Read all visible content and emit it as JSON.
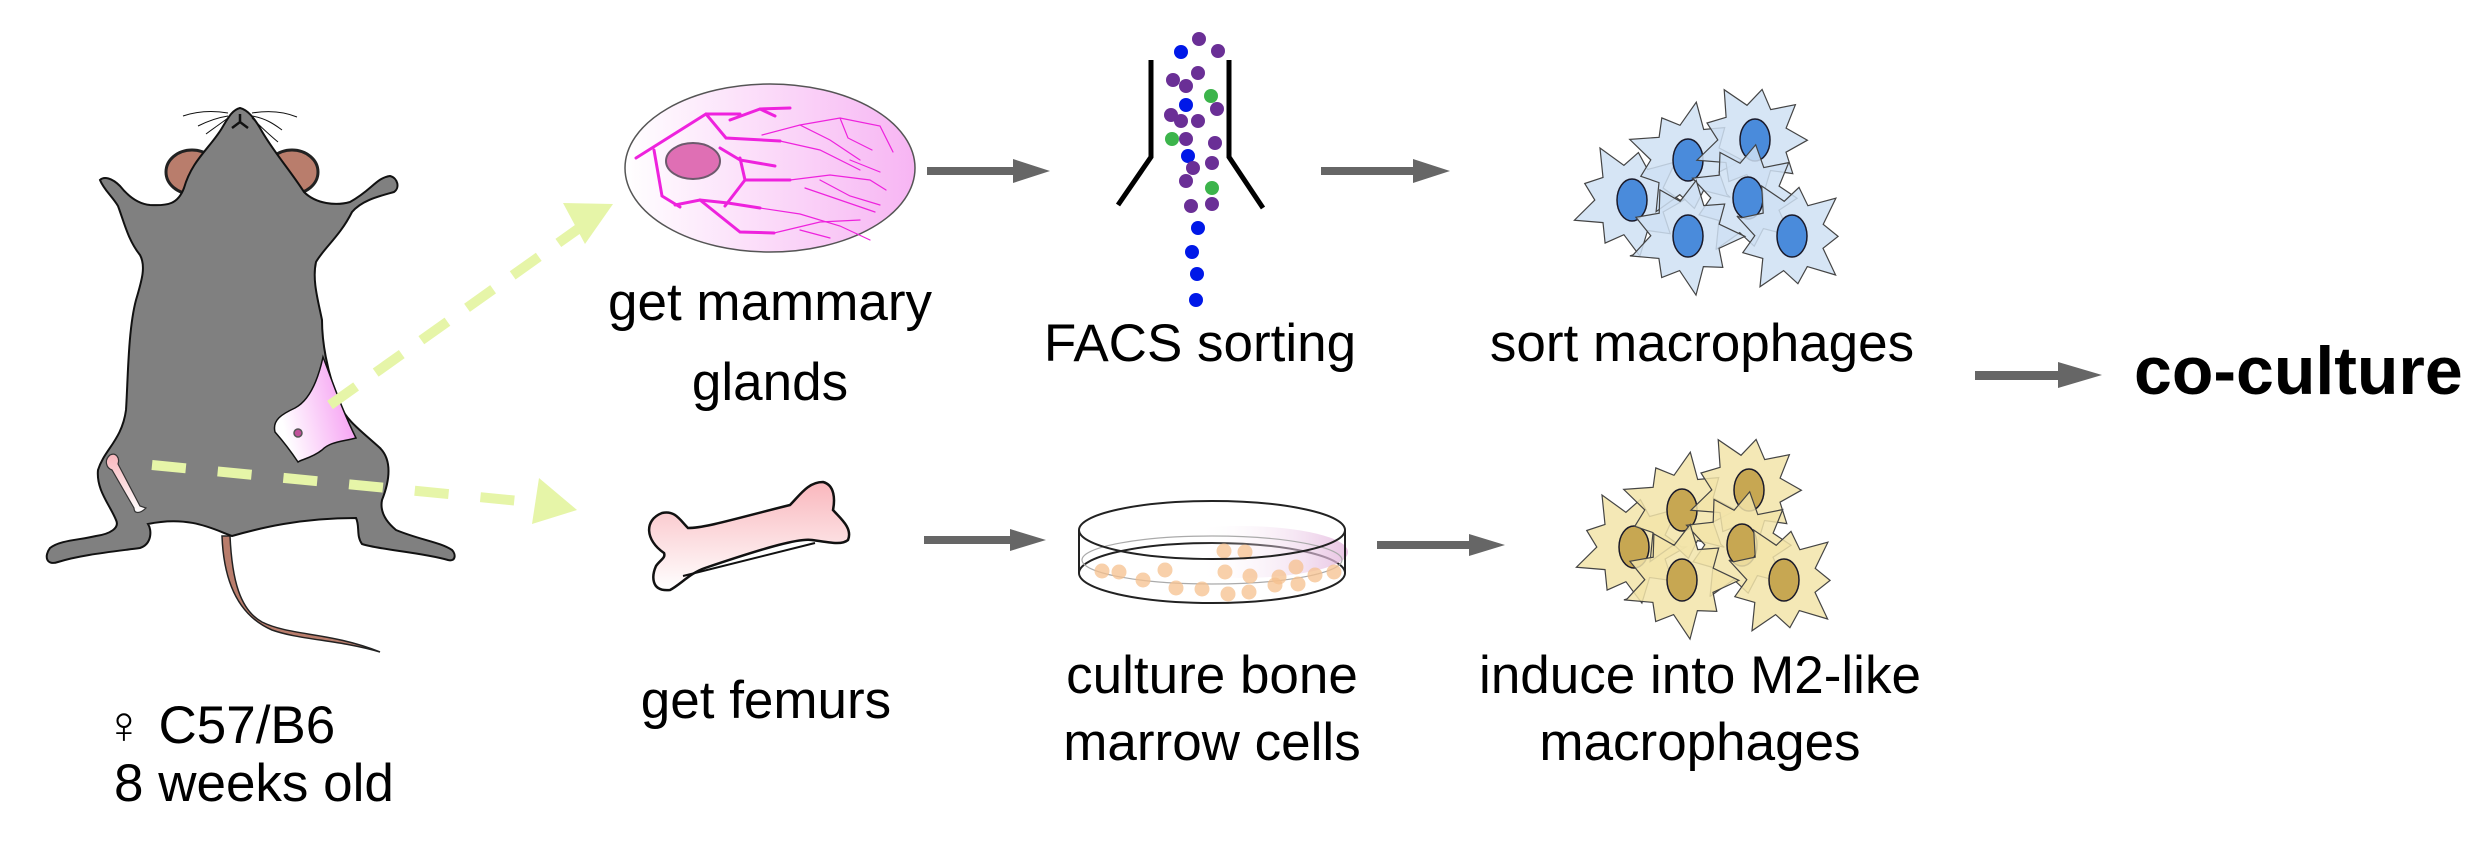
{
  "figure": {
    "title": "Experimental workflow: macrophage isolation and co-culture",
    "mouse": {
      "sex_symbol": "♀",
      "strain": "C57/B6",
      "age": "8 weeks old"
    },
    "top_row": [
      {
        "id": "mammary",
        "label_lines": [
          "get mammary",
          "glands"
        ],
        "icon": "mammary-gland-icon"
      },
      {
        "id": "facs",
        "label_lines": [
          "FACS sorting"
        ],
        "icon": "facs-sorter-icon"
      },
      {
        "id": "sort",
        "label_lines": [
          "sort macrophages"
        ],
        "icon": "macrophage-cluster-icon"
      }
    ],
    "bottom_row": [
      {
        "id": "femur",
        "label_lines": [
          "get femurs"
        ],
        "icon": "femur-bone-icon"
      },
      {
        "id": "culture",
        "label_lines": [
          "culture bone",
          "marrow cells"
        ],
        "icon": "petri-dish-icon"
      },
      {
        "id": "induce",
        "label_lines": [
          "induce into M2-like",
          "macrophages"
        ],
        "icon": "m2-macrophage-cluster-icon"
      }
    ],
    "final_step": "co-culture",
    "colors": {
      "arrow": "#666666",
      "dashed_arrow": "#e6f5a8",
      "mouse_body": "#808080",
      "mouse_ear_tail": "#b97d6c",
      "mammary_pink": "#f7a8f2",
      "duct_magenta": "#ee22dd",
      "facs_purple": "#6a2f96",
      "facs_blue": "#0018e8",
      "facs_green": "#3cb44b",
      "macrophage_fill": "#cfe0f3",
      "macrophage_nucleus": "#4a8bdb",
      "m2_fill": "#f2e4a9",
      "m2_nucleus": "#c7a752",
      "marrow_cell": "#f6c08e"
    }
  }
}
